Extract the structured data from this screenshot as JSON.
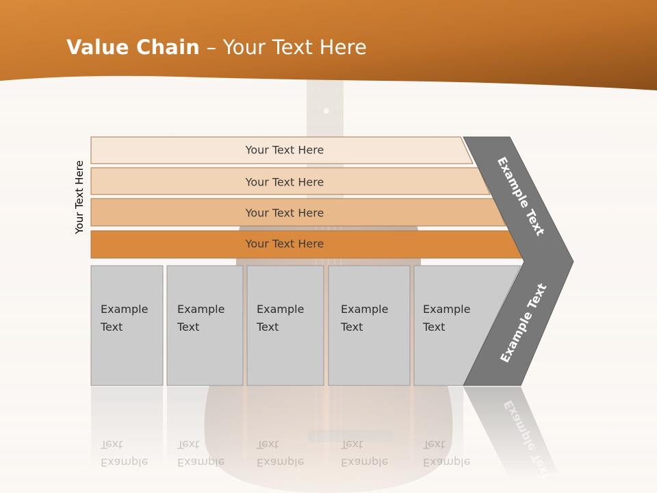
{
  "slide": {
    "title_bold": "Value Chain",
    "title_rest": " – Your Text Here",
    "side_label": "Your Text Here"
  },
  "bars": [
    {
      "label": "Your Text Here",
      "color": "#f7e7d8"
    },
    {
      "label": "Your Text Here",
      "color": "#f1d3b6"
    },
    {
      "label": "Your Text Here",
      "color": "#e8b98a"
    },
    {
      "label": "Your Text Here",
      "color": "#d98a3e"
    }
  ],
  "blocks": [
    {
      "line1": "Example",
      "line2": "Text"
    },
    {
      "line1": "Example",
      "line2": "Text"
    },
    {
      "line1": "Example",
      "line2": "Text"
    },
    {
      "line1": "Example",
      "line2": "Text"
    },
    {
      "line1": "Example",
      "line2": "Text"
    }
  ],
  "chevron": {
    "upper_label": "Example Text",
    "lower_label": "Example Text",
    "color": "#787878"
  },
  "colors": {
    "header_band": "#c9792e",
    "block_fill": "#cbcbcb",
    "block_stroke": "#9a9a9a"
  }
}
